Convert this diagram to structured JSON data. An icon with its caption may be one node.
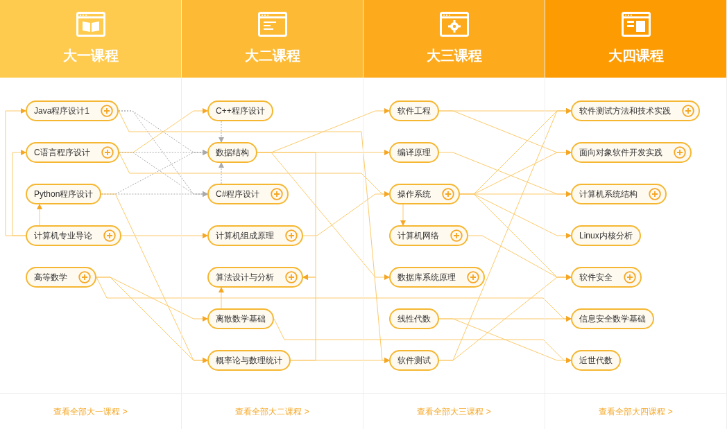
{
  "diagram": {
    "nodes": [
      {
        "text": [
          "大一课程",
          "查看全部大一课程 >"
        ]
      },
      {
        "text": [
          "Java程序设计1"
        ],
        "in": 0
      },
      {
        "text": [
          "C语言程序设计"
        ],
        "in": 0
      },
      {
        "text": [
          "Python程序设计"
        ],
        "in": 0
      },
      {
        "text": [
          "计算机专业导论"
        ],
        "in": 0
      },
      {
        "text": [
          "高等数学"
        ],
        "in": 0
      },
      {
        "text": [
          "大二课程",
          "查看全部大二课程 >"
        ]
      },
      {
        "text": [
          "C++程序设计"
        ],
        "in": 6
      },
      {
        "text": [
          "数据结构"
        ],
        "in": 6
      },
      {
        "text": [
          "C#程序设计"
        ],
        "in": 6
      },
      {
        "text": [
          "计算机组成原理"
        ],
        "in": 6
      },
      {
        "text": [
          "算法设计与分析"
        ],
        "in": 6
      },
      {
        "text": [
          "离散数学基础"
        ],
        "in": 6
      },
      {
        "text": [
          "概率论与数理统计"
        ],
        "in": 6
      },
      {
        "text": [
          "大三课程",
          "查看全部大三课程 >"
        ]
      },
      {
        "text": [
          "软件工程"
        ],
        "in": 14
      },
      {
        "text": [
          "编译原理"
        ],
        "in": 14
      },
      {
        "text": [
          "操作系统"
        ],
        "in": 14
      },
      {
        "text": [
          "计算机网络"
        ],
        "in": 14
      },
      {
        "text": [
          "数据库系统原理"
        ],
        "in": 14
      },
      {
        "text": [
          "线性代数"
        ],
        "in": 14
      },
      {
        "text": [
          "软件测试"
        ],
        "in": 14
      },
      {
        "text": [
          "大四课程",
          "查看全部大四课程 >"
        ]
      },
      {
        "text": [
          "软件测试方法和技术实践"
        ],
        "in": 22
      },
      {
        "text": [
          "面向对象软件开发实践"
        ],
        "in": 22
      },
      {
        "text": [
          "计算机系统结构"
        ],
        "in": 22
      },
      {
        "text": [
          "Linux内核分析"
        ],
        "in": 22
      },
      {
        "text": [
          "软件安全"
        ],
        "in": 22
      },
      {
        "text": [
          "信息安全数学基础"
        ],
        "in": 22
      },
      {
        "text": [
          "近世代数"
        ],
        "in": 22
      }
    ],
    "edges": [
      {
        "from": 4,
        "to": 1,
        "arrow": "to"
      },
      {
        "from": 4,
        "to": 2,
        "arrow": "to"
      },
      {
        "from": 4,
        "to": 3,
        "arrow": "to"
      },
      {
        "from": 4,
        "to": 10,
        "arrow": "to"
      },
      {
        "from": 1,
        "to": 8,
        "arrow": "to",
        "style": "dashed",
        "color": "#aaaaaa"
      },
      {
        "from": 1,
        "to": 9,
        "arrow": "to",
        "style": "dashed",
        "color": "#aaaaaa"
      },
      {
        "from": 2,
        "to": 8,
        "arrow": "to",
        "style": "dashed",
        "color": "#aaaaaa"
      },
      {
        "from": 2,
        "to": 9,
        "arrow": "to",
        "style": "dashed",
        "color": "#aaaaaa"
      },
      {
        "from": 3,
        "to": 8,
        "arrow": "to",
        "style": "dashed",
        "color": "#aaaaaa"
      },
      {
        "from": 3,
        "to": 9,
        "arrow": "to",
        "style": "dashed",
        "color": "#aaaaaa"
      },
      {
        "from": 2,
        "to": 7,
        "arrow": "to"
      },
      {
        "from": 1,
        "to": 21,
        "arrow": "to"
      },
      {
        "from": 2,
        "to": 17,
        "arrow": "to"
      },
      {
        "from": 3,
        "to": 13,
        "arrow": "to"
      },
      {
        "from": 5,
        "to": 12,
        "arrow": "to"
      },
      {
        "from": 5,
        "to": 13,
        "arrow": "to"
      },
      {
        "from": 5,
        "to": 28,
        "arrow": "to"
      },
      {
        "from": 7,
        "to": 8,
        "arrow": "to",
        "style": "dashed",
        "color": "#aaaaaa"
      },
      {
        "from": 9,
        "to": 8,
        "arrow": "to",
        "style": "dashed",
        "color": "#aaaaaa"
      },
      {
        "from": 12,
        "to": 11,
        "arrow": "to"
      },
      {
        "from": 13,
        "to": 11,
        "arrow": "to"
      },
      {
        "from": 8,
        "to": 11,
        "arrow": "to"
      },
      {
        "from": 8,
        "to": 15,
        "arrow": "to"
      },
      {
        "from": 8,
        "to": 16,
        "arrow": "to"
      },
      {
        "from": 8,
        "to": 19,
        "arrow": "to"
      },
      {
        "from": 10,
        "to": 17,
        "arrow": "to"
      },
      {
        "from": 12,
        "to": 29,
        "arrow": "to"
      },
      {
        "from": 13,
        "to": 21,
        "arrow": "to"
      },
      {
        "from": 17,
        "to": 18,
        "arrow": "to"
      },
      {
        "from": 15,
        "to": 23,
        "arrow": "to"
      },
      {
        "from": 15,
        "to": 24,
        "arrow": "to"
      },
      {
        "from": 16,
        "to": 25,
        "arrow": "to"
      },
      {
        "from": 17,
        "to": 23,
        "arrow": "to"
      },
      {
        "from": 17,
        "to": 24,
        "arrow": "to"
      },
      {
        "from": 17,
        "to": 25,
        "arrow": "to"
      },
      {
        "from": 17,
        "to": 26,
        "arrow": "to"
      },
      {
        "from": 17,
        "to": 27,
        "arrow": "to"
      },
      {
        "from": 18,
        "to": 27,
        "arrow": "to"
      },
      {
        "from": 20,
        "to": 28,
        "arrow": "to"
      },
      {
        "from": 20,
        "to": 29,
        "arrow": "to"
      },
      {
        "from": 21,
        "to": 23,
        "arrow": "to"
      },
      {
        "from": 21,
        "to": 27,
        "arrow": "to"
      }
    ]
  }
}
